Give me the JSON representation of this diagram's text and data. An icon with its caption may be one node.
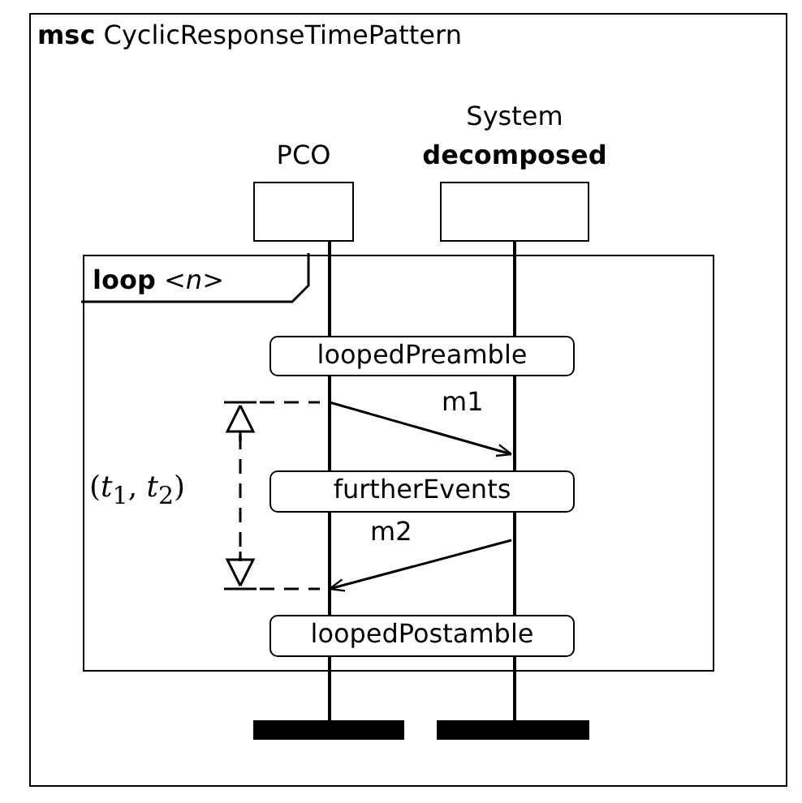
{
  "diagram": {
    "nodes": [
      {
        "text": [
          "**msc** CyclicResponseTimePattern"
        ]
      },
      {
        "text": [
          "PCO"
        ],
        "in": 0
      },
      {
        "text": [
          "System",
          "decomposed"
        ],
        "in": 0
      },
      {
        "text": [],
        "shape": "line",
        "in": 0
      },
      {
        "text": [],
        "shape": "line",
        "in": 0
      },
      {
        "text": [
          "**loop** <*n*>"
        ],
        "in": 0
      },
      {
        "text": [
          "loopedPreamble"
        ],
        "in": 5
      },
      {
        "text": [
          "furtherEvents"
        ],
        "in": 5
      },
      {
        "text": [
          "loopedPostamble"
        ],
        "in": 5
      },
      {
        "text": [],
        "shape": "bar",
        "in": 0
      },
      {
        "text": [],
        "shape": "bar",
        "in": 0
      }
    ],
    "edges": [
      {
        "from": 3,
        "to": 4,
        "arrow": "to",
        "label": "m1"
      },
      {
        "from": 4,
        "to": 3,
        "arrow": "to",
        "label": "m2"
      }
    ],
    "labels": [
      "(*t*$_{1}$, *t*$_{2}$)"
    ]
  }
}
